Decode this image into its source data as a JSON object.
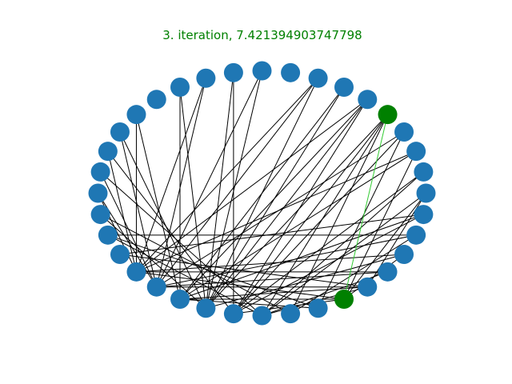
{
  "title": "3. iteration, 7.421394903747798",
  "colors": {
    "title": "#008000",
    "node_default": "#1f77b4",
    "node_highlight": "#008000",
    "edge_default": "#000000",
    "edge_highlight": "#33cc33"
  },
  "graph": {
    "node_count": 36,
    "highlighted_nodes": [
      4,
      30
    ],
    "highlighted_edge": [
      4,
      30
    ],
    "edges": [
      [
        4,
        25
      ],
      [
        4,
        26
      ],
      [
        4,
        27
      ],
      [
        4,
        28
      ],
      [
        5,
        22
      ],
      [
        5,
        24
      ],
      [
        5,
        25
      ],
      [
        5,
        26
      ],
      [
        6,
        24
      ],
      [
        6,
        25
      ],
      [
        7,
        22
      ],
      [
        7,
        23
      ],
      [
        7,
        25
      ],
      [
        9,
        25
      ],
      [
        9,
        23
      ],
      [
        10,
        25
      ],
      [
        10,
        26
      ],
      [
        11,
        22
      ],
      [
        11,
        23
      ],
      [
        12,
        24
      ],
      [
        12,
        25
      ],
      [
        14,
        22
      ],
      [
        14,
        24
      ],
      [
        15,
        23
      ],
      [
        15,
        25
      ],
      [
        16,
        22
      ],
      [
        16,
        26
      ],
      [
        17,
        23
      ],
      [
        17,
        27
      ],
      [
        18,
        22
      ],
      [
        18,
        23
      ],
      [
        19,
        25
      ],
      [
        19,
        28
      ],
      [
        20,
        27
      ],
      [
        20,
        29
      ],
      [
        22,
        30
      ],
      [
        22,
        33
      ],
      [
        23,
        32
      ],
      [
        23,
        31
      ],
      [
        24,
        30
      ],
      [
        24,
        29
      ],
      [
        1,
        26
      ],
      [
        1,
        27
      ],
      [
        2,
        24
      ],
      [
        2,
        22
      ],
      [
        3,
        23
      ],
      [
        3,
        26
      ],
      [
        0,
        30
      ],
      [
        0,
        27
      ],
      [
        35,
        24
      ],
      [
        35,
        26
      ],
      [
        34,
        23
      ],
      [
        34,
        28
      ],
      [
        33,
        25
      ],
      [
        33,
        30
      ],
      [
        32,
        22
      ],
      [
        32,
        27
      ],
      [
        31,
        24
      ],
      [
        31,
        21
      ],
      [
        0,
        31
      ],
      [
        2,
        30
      ],
      [
        3,
        29
      ],
      [
        35,
        21
      ],
      [
        34,
        20
      ],
      [
        26,
        30
      ],
      [
        27,
        31
      ]
    ]
  }
}
